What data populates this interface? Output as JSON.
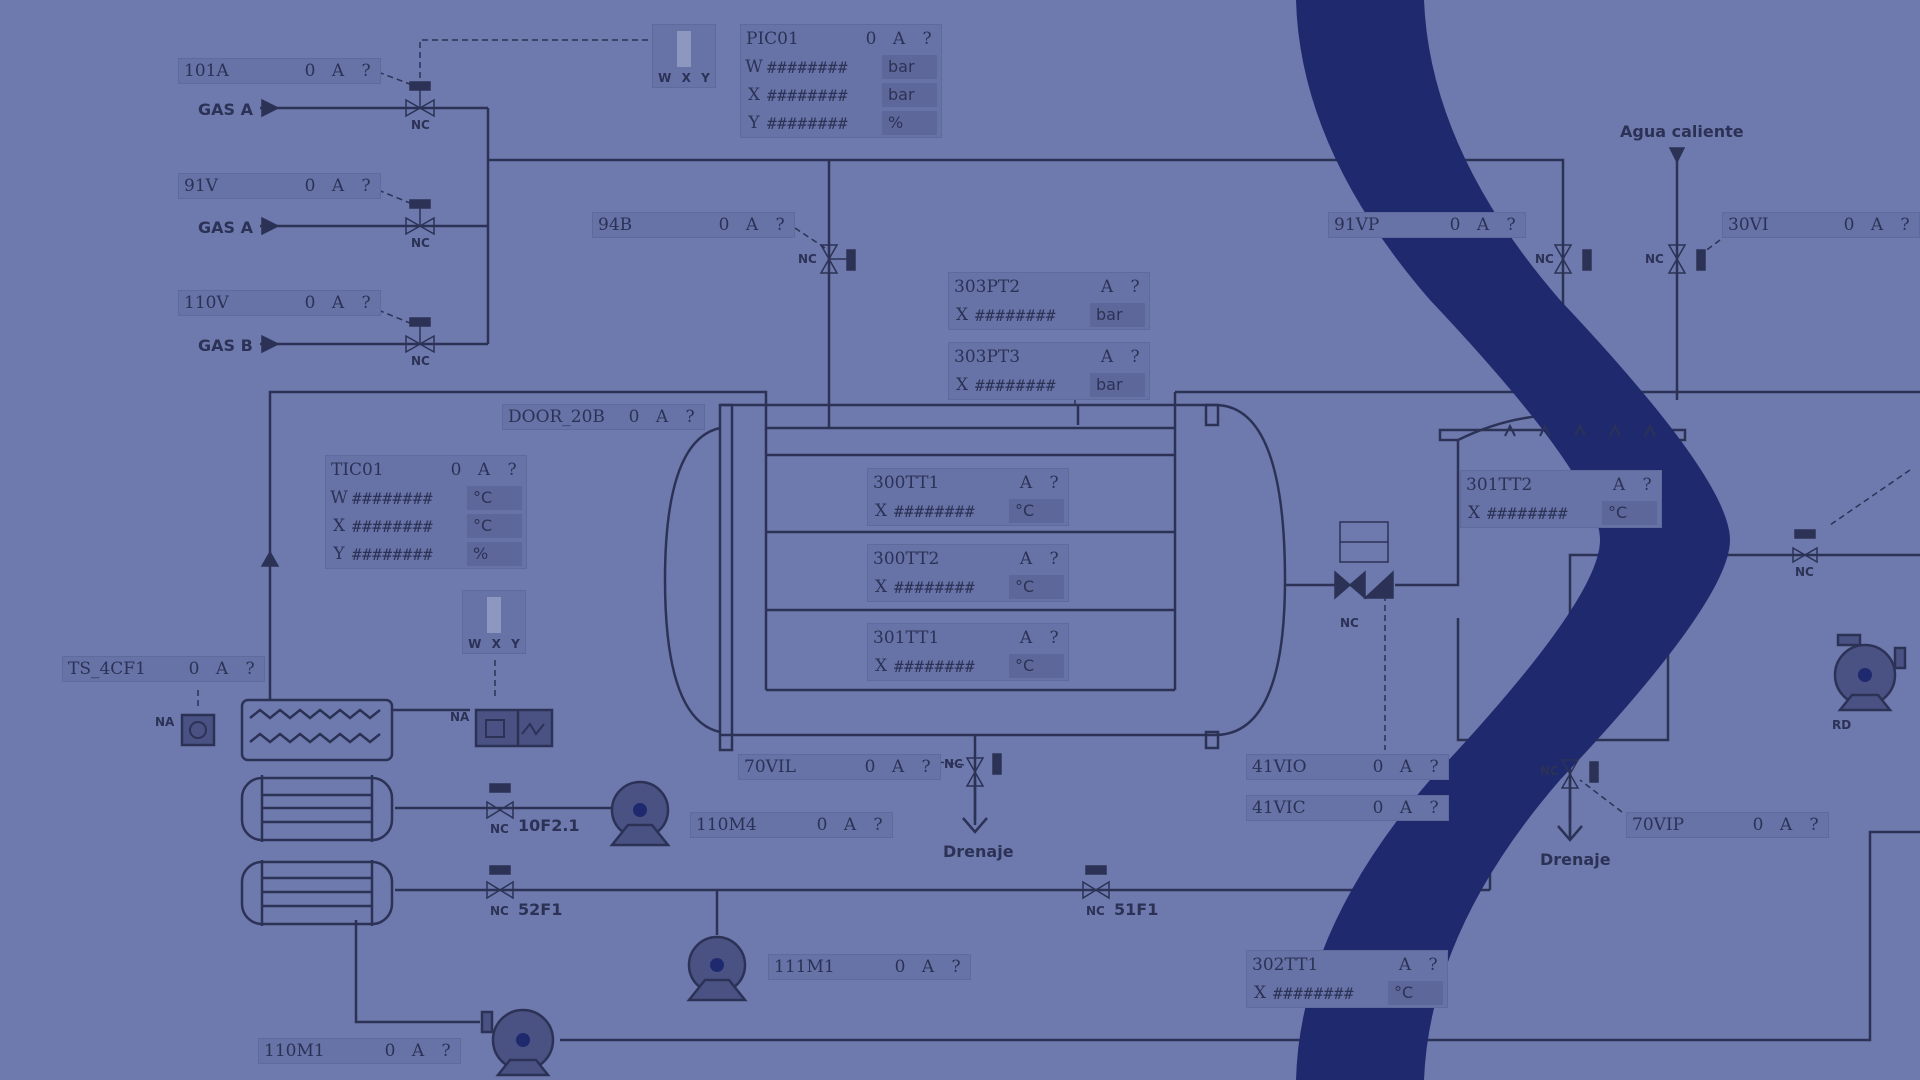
{
  "tags": {
    "t101A": {
      "name": "101A",
      "state": "0",
      "mode": "A",
      "q": "?"
    },
    "t91V": {
      "name": "91V",
      "state": "0",
      "mode": "A",
      "q": "?"
    },
    "t110V": {
      "name": "110V",
      "state": "0",
      "mode": "A",
      "q": "?"
    },
    "t94B": {
      "name": "94B",
      "state": "0",
      "mode": "A",
      "q": "?"
    },
    "t91VP": {
      "name": "91VP",
      "state": "0",
      "mode": "A",
      "q": "?"
    },
    "t30VI": {
      "name": "30VI",
      "state": "0",
      "mode": "A",
      "q": "?"
    },
    "tDOOR": {
      "name": "DOOR_20B",
      "state": "0",
      "mode": "A",
      "q": "?"
    },
    "tTS": {
      "name": "TS_4CF1",
      "state": "0",
      "mode": "A",
      "q": "?"
    },
    "t70VIL": {
      "name": "70VIL",
      "state": "0",
      "mode": "A",
      "q": "?"
    },
    "t110M4": {
      "name": "110M4",
      "state": "0",
      "mode": "A",
      "q": "?"
    },
    "t41VIO": {
      "name": "41VIO",
      "state": "0",
      "mode": "A",
      "q": "?"
    },
    "t41VIC": {
      "name": "41VIC",
      "state": "0",
      "mode": "A",
      "q": "?"
    },
    "t70VIP": {
      "name": "70VIP",
      "state": "0",
      "mode": "A",
      "q": "?"
    },
    "t111M1": {
      "name": "111M1",
      "state": "0",
      "mode": "A",
      "q": "?"
    },
    "t110M1": {
      "name": "110M1",
      "state": "0",
      "mode": "A",
      "q": "?"
    }
  },
  "pic01": {
    "name": "PIC01",
    "state": "0",
    "mode": "A",
    "q": "?",
    "rows": [
      {
        "l": "W",
        "v": "########",
        "u": "bar"
      },
      {
        "l": "X",
        "v": "########",
        "u": "bar"
      },
      {
        "l": "Y",
        "v": "########",
        "u": "%"
      }
    ]
  },
  "tic01": {
    "name": "TIC01",
    "state": "0",
    "mode": "A",
    "q": "?",
    "rows": [
      {
        "l": "W",
        "v": "########",
        "u": "°C"
      },
      {
        "l": "X",
        "v": "########",
        "u": "°C"
      },
      {
        "l": "Y",
        "v": "########",
        "u": "%"
      }
    ]
  },
  "pt2": {
    "name": "303PT2",
    "mode": "A",
    "q": "?",
    "rows": [
      {
        "l": "X",
        "v": "########",
        "u": "bar"
      }
    ]
  },
  "pt3": {
    "name": "303PT3",
    "mode": "A",
    "q": "?",
    "rows": [
      {
        "l": "X",
        "v": "########",
        "u": "bar"
      }
    ]
  },
  "tt300_1": {
    "name": "300TT1",
    "mode": "A",
    "q": "?",
    "rows": [
      {
        "l": "X",
        "v": "########",
        "u": "°C"
      }
    ]
  },
  "tt300_2": {
    "name": "300TT2",
    "mode": "A",
    "q": "?",
    "rows": [
      {
        "l": "X",
        "v": "########",
        "u": "°C"
      }
    ]
  },
  "tt301_1": {
    "name": "301TT1",
    "mode": "A",
    "q": "?",
    "rows": [
      {
        "l": "X",
        "v": "########",
        "u": "°C"
      }
    ]
  },
  "tt301_2": {
    "name": "301TT2",
    "mode": "A",
    "q": "?",
    "rows": [
      {
        "l": "X",
        "v": "########",
        "u": "°C"
      }
    ]
  },
  "tt302_1": {
    "name": "302TT1",
    "mode": "A",
    "q": "?",
    "rows": [
      {
        "l": "X",
        "v": "########",
        "u": "°C"
      }
    ]
  },
  "wxy": {
    "w": "W",
    "x": "X",
    "y": "Y"
  },
  "labels": {
    "gasA1": "GAS A",
    "gasA2": "GAS A",
    "gasB": "GAS B",
    "agua": "Agua caliente",
    "drenaje1": "Drenaje",
    "drenaje2": "Drenaje",
    "f10": "10F2.1",
    "f52": "52F1",
    "f51": "51F1"
  },
  "small": {
    "nc": "NC",
    "na": "NA",
    "rd": "RD"
  },
  "colors": {
    "bg": "#6e7aad",
    "line": "#2c3256",
    "band": "#1f2a6e"
  }
}
